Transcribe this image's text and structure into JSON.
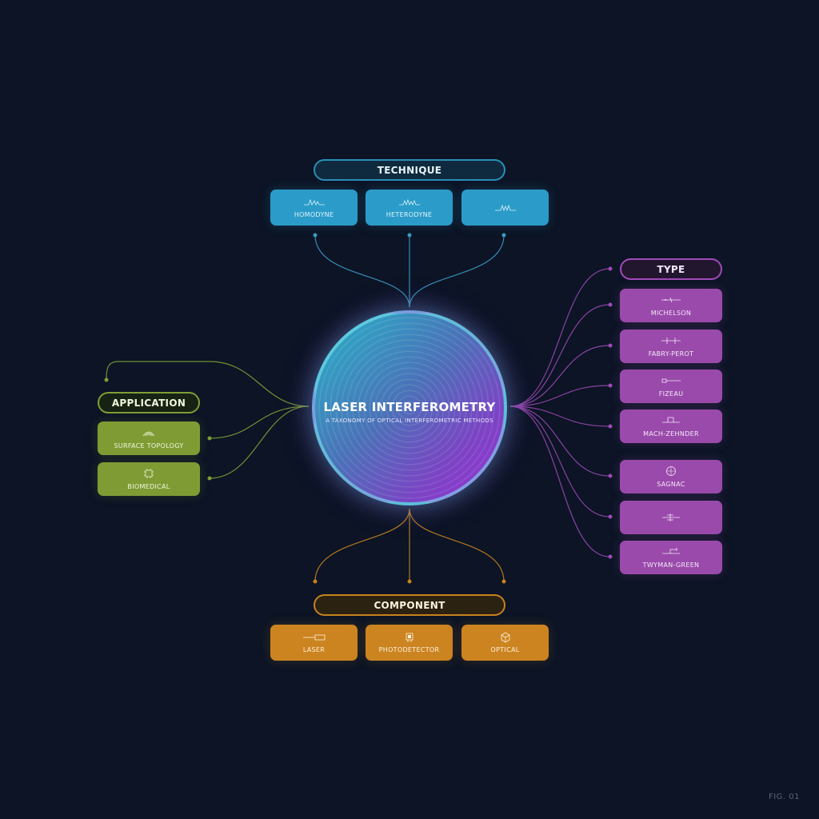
{
  "hub": {
    "title": "LASER INTERFEROMETRY",
    "subtitle": "A TAXONOMY OF OPTICAL INTERFEROMETRIC METHODS"
  },
  "technique": {
    "header": "TECHNIQUE",
    "items": [
      {
        "label": "HOMODYNE",
        "icon": "waveform-icon"
      },
      {
        "label": "HETERODYNE",
        "icon": "waveform-icon"
      },
      {
        "label": "",
        "icon": "waveform-icon"
      }
    ]
  },
  "type": {
    "header": "TYPE",
    "items": [
      {
        "label": "MICHELSON",
        "icon": "beam-splitter-icon"
      },
      {
        "label": "FABRY-PEROT",
        "icon": "cavity-icon"
      },
      {
        "label": "FIZEAU",
        "icon": "beam-icon"
      },
      {
        "label": "MACH-ZEHNDER",
        "icon": "mirror-path-icon"
      },
      {
        "label": "SAGNAC",
        "icon": "ring-icon"
      },
      {
        "label": "",
        "icon": "arrow-path-icon"
      },
      {
        "label": "TWYMAN-GREEN",
        "icon": "optical-bench-icon"
      }
    ]
  },
  "application": {
    "header": "APPLICATION",
    "items": [
      {
        "label": "SURFACE TOPOLOGY",
        "icon": "contour-icon"
      },
      {
        "label": "BIOMEDICAL",
        "icon": "chip-icon"
      }
    ]
  },
  "component": {
    "header": "COMPONENT",
    "items": [
      {
        "label": "LASER",
        "icon": "laser-icon"
      },
      {
        "label": "PHOTODETECTOR",
        "icon": "detector-icon"
      },
      {
        "label": "OPTICAL",
        "icon": "cube-icon"
      }
    ]
  },
  "figure_label": "FIG. 01",
  "colors": {
    "background": "#0c1425",
    "technique": "#2b9cc9",
    "type": "#9a4aab",
    "application": "#7f9b34",
    "component": "#cc8420",
    "hub_start": "#27b6c8",
    "hub_end": "#9b2fd6"
  }
}
